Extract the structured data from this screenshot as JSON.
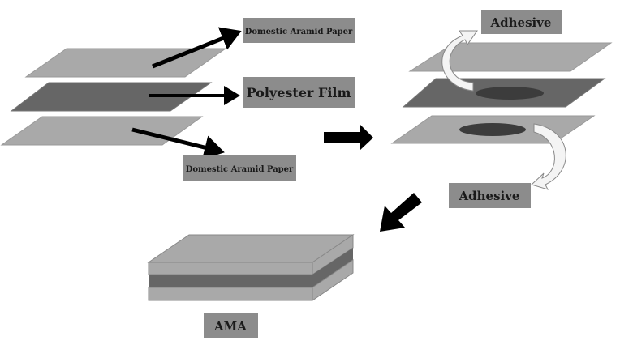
{
  "labels": {
    "aramid_top": "Domestic Aramid Paper",
    "polyester": "Polyester Film",
    "aramid_bottom": "Domestic Aramid Paper",
    "adhesive_top": "Adhesive",
    "adhesive_bottom": "Adhesive",
    "result": "AMA"
  },
  "colors": {
    "aramid": "#a9a9a9",
    "polyester": "#666666",
    "adhesive_spot": "#3c3c3c",
    "label_box": "#8c8c8c",
    "arrow": "#000000"
  }
}
